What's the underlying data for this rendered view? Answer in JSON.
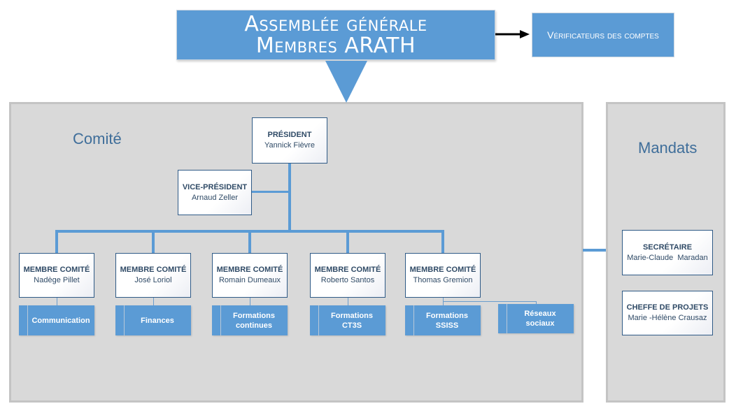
{
  "top": {
    "line1": "Assemblée générale",
    "line2": "Membres ARATH"
  },
  "verificateurs": "Vérificateurs des comptes",
  "comite": {
    "title": "Comité",
    "president": {
      "role": "PRÉSIDENT",
      "name": "Yannick Fièvre"
    },
    "vice_president": {
      "role": "VICE-PRÉSIDENT",
      "name": "Arnaud Zeller"
    },
    "members": [
      {
        "role": "MEMBRE COMITÉ",
        "name": "Nadège Pillet",
        "areas": [
          "Communication"
        ]
      },
      {
        "role": "MEMBRE COMITÉ",
        "name": "José Loriol",
        "areas": [
          "Finances"
        ]
      },
      {
        "role": "MEMBRE COMITÉ",
        "name": "Romain Dumeaux",
        "areas": [
          "Formations continues"
        ]
      },
      {
        "role": "MEMBRE COMITÉ",
        "name": "Roberto Santos",
        "areas": [
          "Formations CT3S"
        ]
      },
      {
        "role": "MEMBRE COMITÉ",
        "name": "Thomas Gremion",
        "areas": [
          "Formations SSISS",
          "Réseaux sociaux"
        ]
      }
    ]
  },
  "mandats": {
    "title": "Mandats",
    "items": [
      {
        "role": "SECRÉTAIRE",
        "name": "Marie-Claude  Maradan"
      },
      {
        "role": "CHEFFE DE PROJETS",
        "name": "Marie -Hélène Crausaz"
      }
    ]
  }
}
